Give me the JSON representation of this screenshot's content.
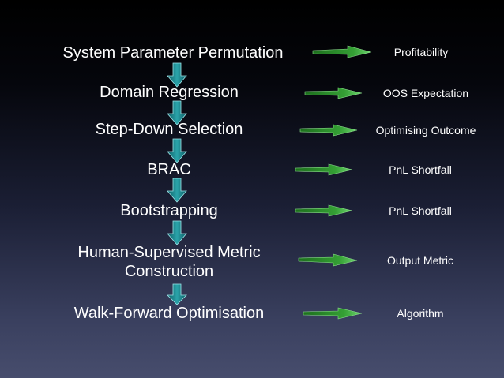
{
  "steps": [
    {
      "label": "System Parameter Permutation"
    },
    {
      "label": "Domain Regression"
    },
    {
      "label": "Step-Down Selection"
    },
    {
      "label": "BRAC"
    },
    {
      "label": "Bootstrapping"
    },
    {
      "label": "Human-Supervised Metric",
      "label2": "Construction"
    },
    {
      "label": "Walk-Forward Optimisation"
    }
  ],
  "outcomes": [
    {
      "label": "Profitability"
    },
    {
      "label": "OOS Expectation"
    },
    {
      "label": "Optimising Outcome"
    },
    {
      "label": "PnL Shortfall"
    },
    {
      "label": "PnL Shortfall"
    },
    {
      "label": "Output Metric"
    },
    {
      "label": "Algorithm"
    }
  ],
  "colors": {
    "text": "#ffffff",
    "down_arrow_fill": "#1f8a8f",
    "down_arrow_stroke": "#9fe6ea",
    "right_arrow_fill": "#2e8b2e",
    "right_arrow_head": "#5ec95e"
  }
}
